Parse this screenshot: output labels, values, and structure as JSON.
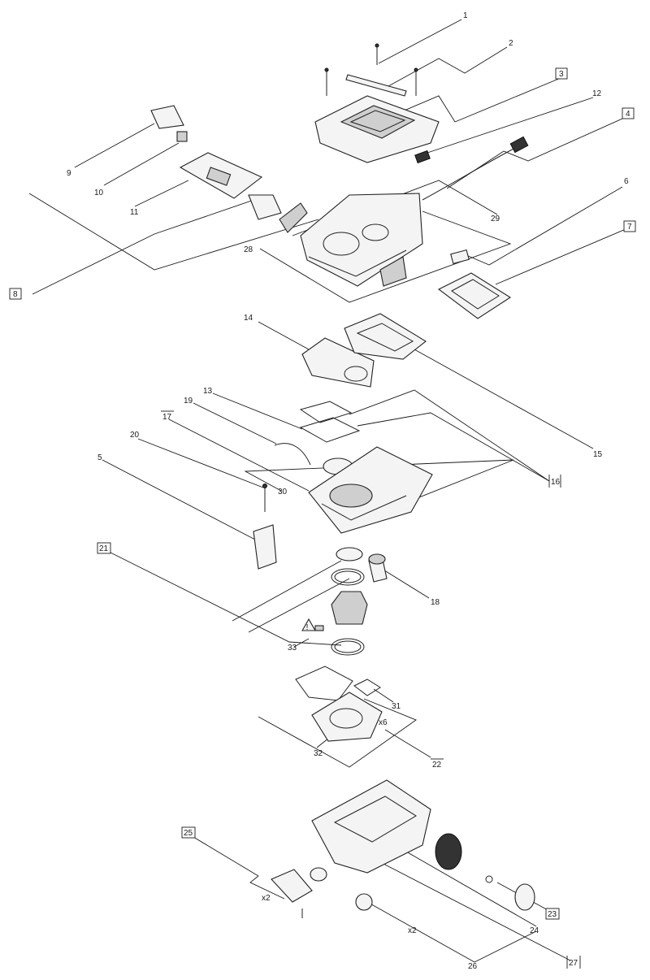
{
  "labels": {
    "l1": "1",
    "l2": "2",
    "l3": "3",
    "l4": "4",
    "l5": "5",
    "l6": "6",
    "l7": "7",
    "l8": "8",
    "l9": "9",
    "l10": "10",
    "l11": "11",
    "l12": "12",
    "l13": "13",
    "l14": "14",
    "l15": "15",
    "l16": "16",
    "l17": "17",
    "l18": "18",
    "l19": "19",
    "l20": "20",
    "l21": "21",
    "l22": "22",
    "l23": "23",
    "l24": "24",
    "l25": "25",
    "l26": "26",
    "l27": "27",
    "l28": "28",
    "l29": "29",
    "l30": "30",
    "l31": "31",
    "l32": "32",
    "l33": "33"
  },
  "quantities": {
    "x6": "x6",
    "x2_feet": "x2",
    "x2_castors": "x2"
  }
}
